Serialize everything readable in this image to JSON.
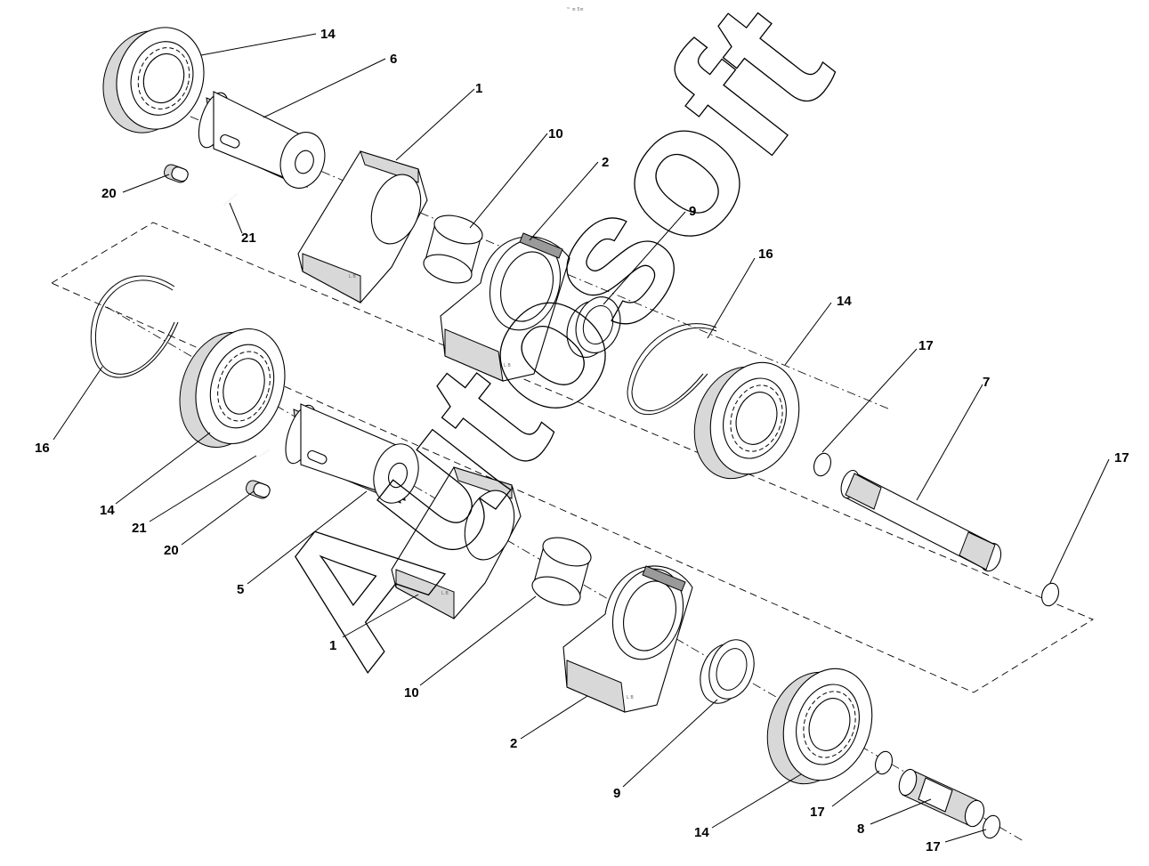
{
  "header": {
    "corner_text": "™ ≡ 5≡"
  },
  "watermark": {
    "text": "Autosoft"
  },
  "callouts": {
    "c14_top": "14",
    "c6": "6",
    "c1_top": "1",
    "c10_top": "10",
    "c2_top": "2",
    "c9_top": "9",
    "c20_top": "20",
    "c21_top": "21",
    "c16_right": "16",
    "c14_mid_right": "14",
    "c17_a": "17",
    "c7": "7",
    "c17_b": "17",
    "c16_left": "16",
    "c14_mid_left": "14",
    "c21_mid": "21",
    "c20_mid": "20",
    "c5": "5",
    "c1_bottom": "1",
    "c10_bottom": "10",
    "c2_bottom": "2",
    "c9_bottom": "9",
    "c14_bottom": "14",
    "c17_c": "17",
    "c8": "8",
    "c17_d": "17"
  },
  "part_stamps": {
    "arm_top": "L B",
    "arm_top_2": "L B",
    "arm_bottom": "L B",
    "arm_bottom_2": "L B"
  }
}
